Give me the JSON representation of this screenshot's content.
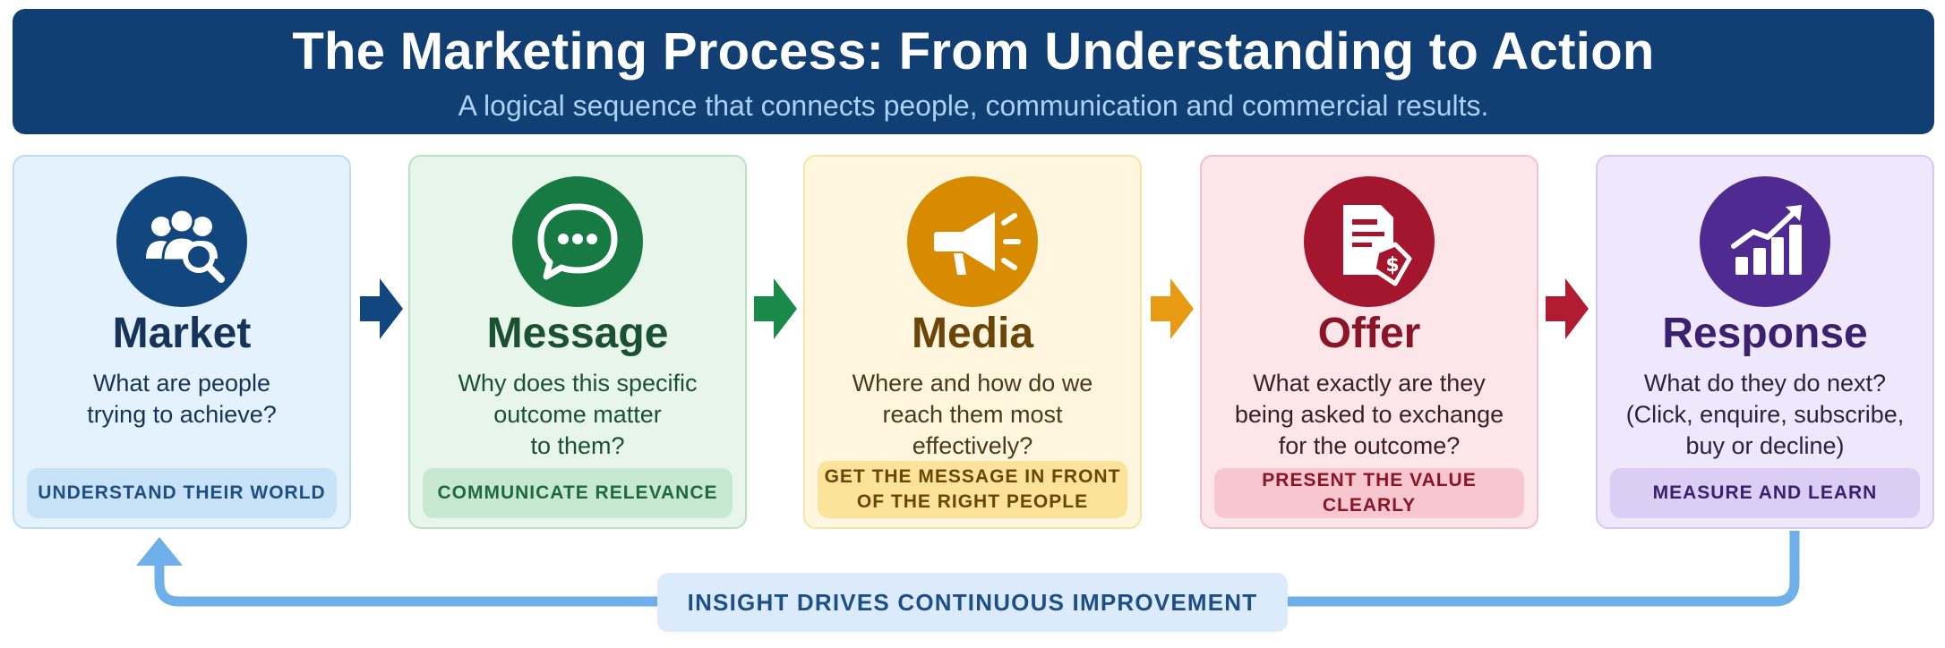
{
  "header": {
    "title": "The Marketing Process: From Understanding to Action",
    "subtitle": "A logical sequence that connects people, communication and commercial results."
  },
  "steps": [
    {
      "name": "Market",
      "question": "What are people\ntrying to achieve?",
      "action": "UNDERSTAND THEIR WORLD",
      "icon": "people-search-icon",
      "accent": "#12467e",
      "text_color": "#16335a"
    },
    {
      "name": "Message",
      "question": "Why does this specific\noutcome matter\nto them?",
      "action": "COMMUNICATE RELEVANCE",
      "icon": "chat-bubble-icon",
      "accent": "#177a43",
      "text_color": "#1a5231"
    },
    {
      "name": "Media",
      "question": "Where and how do we\nreach them most\neffectively?",
      "action": "GET THE MESSAGE IN FRONT\nOF THE RIGHT PEOPLE",
      "icon": "megaphone-icon",
      "accent": "#d98b00",
      "text_color": "#6b4408"
    },
    {
      "name": "Offer",
      "question": "What exactly are they\nbeing asked to exchange\nfor the outcome?",
      "action": "PRESENT THE VALUE CLEARLY",
      "icon": "price-tag-document-icon",
      "accent": "#a3162d",
      "text_color": "#8a1526"
    },
    {
      "name": "Response",
      "question": "What do they do next?\n(Click, enquire, subscribe,\nbuy or decline)",
      "action": "MEASURE AND LEARN",
      "icon": "growth-chart-icon",
      "accent": "#4f2a91",
      "text_color": "#3a206e"
    }
  ],
  "loop": {
    "label": "INSIGHT DRIVES CONTINUOUS IMPROVEMENT",
    "color": "#6fb0ea"
  }
}
